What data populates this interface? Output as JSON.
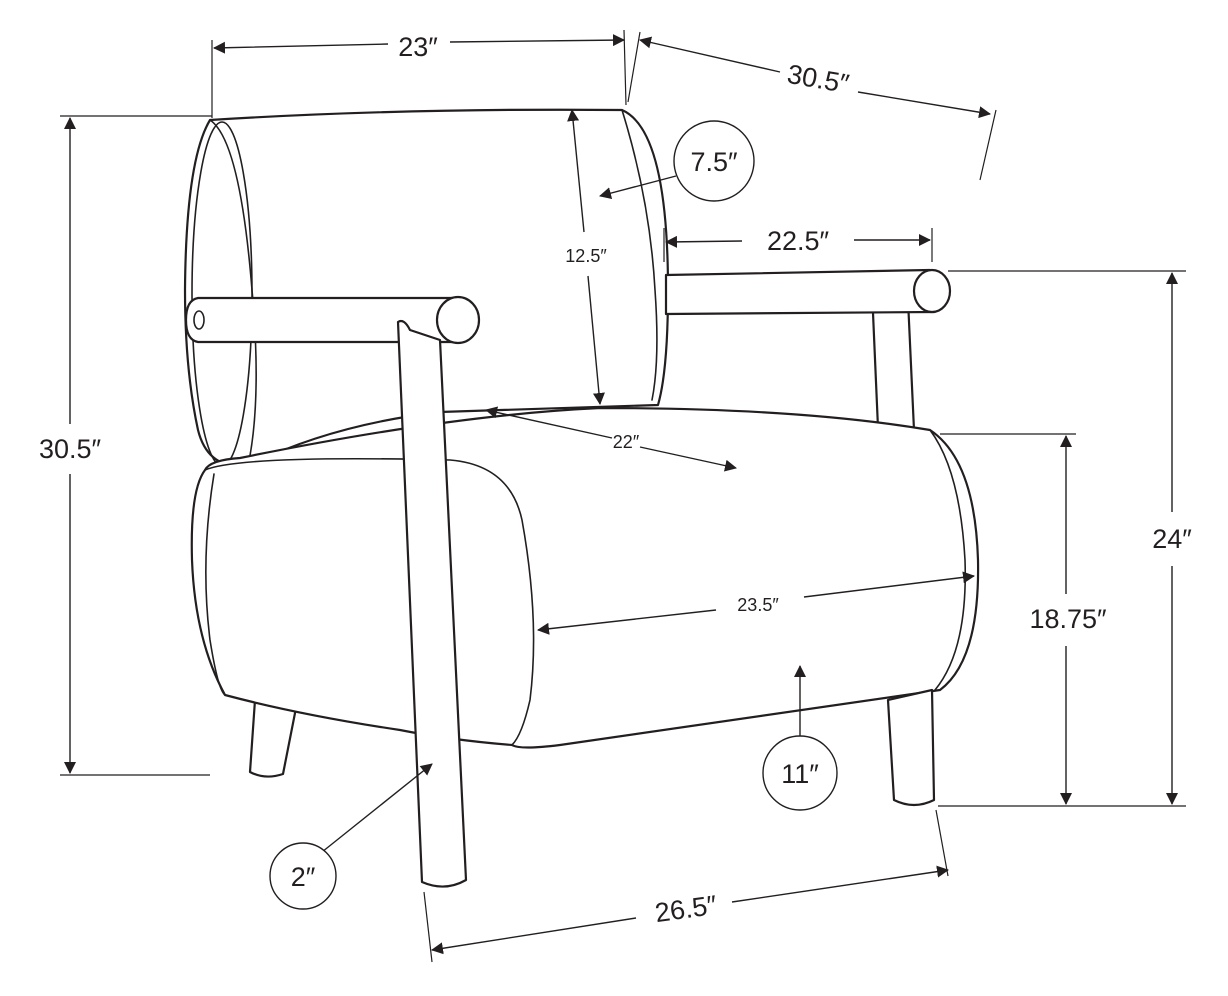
{
  "dimensions": {
    "seat_width_top": "23″",
    "depth_top": "30.5″",
    "cushion_diameter": "7.5″",
    "back_height": "12.5″",
    "arm_length": "22.5″",
    "overall_height": "30.5″",
    "seat_depth": "22″",
    "arm_height": "24″",
    "seat_length": "23.5″",
    "seat_height": "18.75″",
    "leg_height": "11″",
    "leg_diameter": "2″",
    "overall_width": "26.5″"
  }
}
